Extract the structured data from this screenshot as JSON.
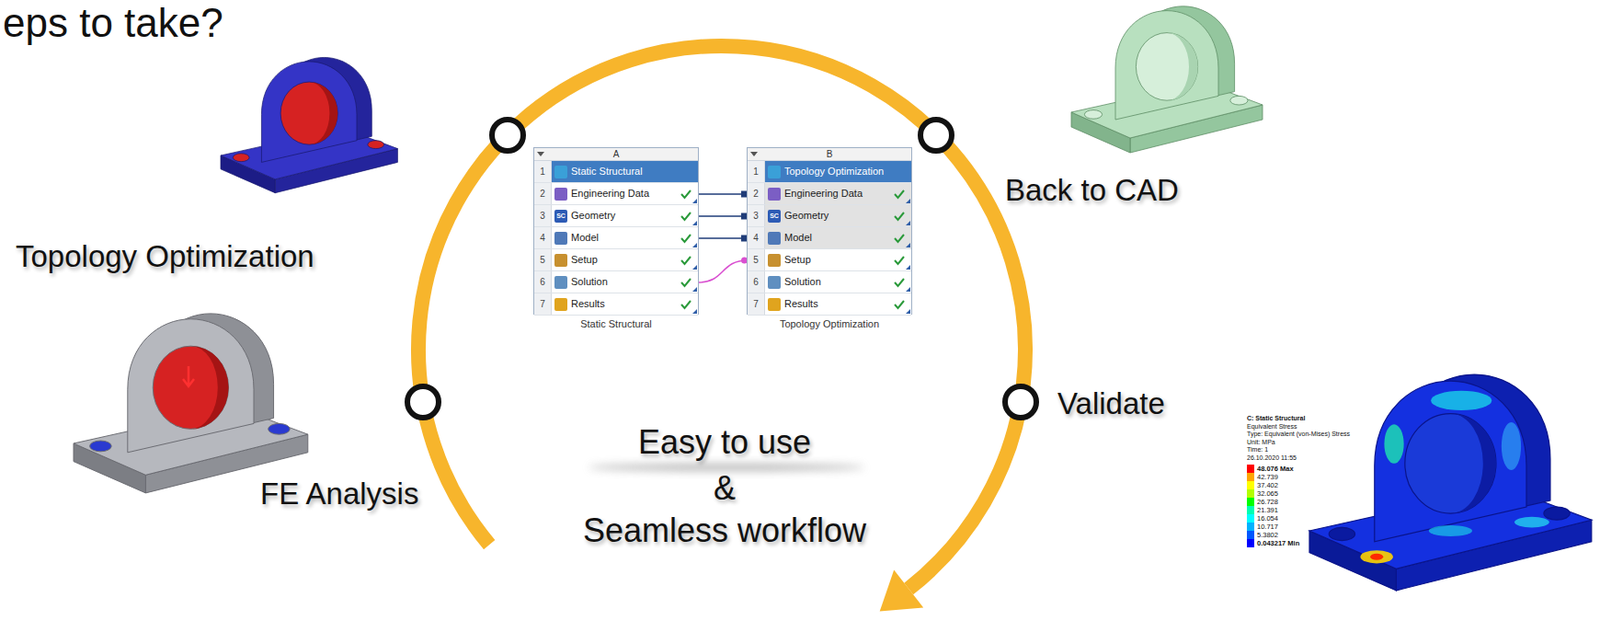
{
  "diagram": {
    "title": "eps to take?",
    "nodes": [
      {
        "text": [
          "A",
          "Static Structural"
        ]
      },
      {
        "text": [
          "1",
          "Static Structural"
        ],
        "in": 0
      },
      {
        "text": [
          "2",
          "Engineering Data"
        ],
        "in": 0
      },
      {
        "text": [
          "3",
          "Geometry"
        ],
        "in": 0
      },
      {
        "text": [
          "4",
          "Model"
        ],
        "in": 0
      },
      {
        "text": [
          "5",
          "Setup"
        ],
        "in": 0
      },
      {
        "text": [
          "6",
          "Solution"
        ],
        "in": 0
      },
      {
        "text": [
          "7",
          "Results"
        ],
        "in": 0
      },
      {
        "text": [
          "B",
          "Topology Optimization"
        ]
      },
      {
        "text": [
          "1",
          "Topology Optimization"
        ],
        "in": 8
      },
      {
        "text": [
          "2",
          "Engineering Data"
        ],
        "in": 8
      },
      {
        "text": [
          "3",
          "Geometry"
        ],
        "in": 8
      },
      {
        "text": [
          "4",
          "Model"
        ],
        "in": 8
      },
      {
        "text": [
          "5",
          "Setup"
        ],
        "in": 8
      },
      {
        "text": [
          "6",
          "Solution"
        ],
        "in": 8
      },
      {
        "text": [
          "7",
          "Results"
        ],
        "in": 8
      }
    ],
    "edges": [
      {
        "from": 2,
        "to": 10,
        "arrow": "none"
      },
      {
        "from": 3,
        "to": 11,
        "arrow": "none"
      },
      {
        "from": 4,
        "to": 12,
        "arrow": "none"
      },
      {
        "from": 6,
        "to": 13,
        "arrow": "none"
      }
    ],
    "labels": [
      "Topology Optimization",
      "Back to CAD",
      "FE Analysis",
      "Validate",
      "Easy to use",
      "&",
      "Seamless workflow",
      "SC",
      "SC",
      "C: Static Structural",
      "Equivalent Stress",
      "Type: Equivalent (von-Mises) Stress",
      "Unit: MPa",
      "Time: 1",
      "26.10.2020 11:55"
    ],
    "legend": [
      {
        "text": "48.076 Max",
        "color": "#ff0000"
      },
      {
        "text": "42.739",
        "color": "#ffa500"
      },
      {
        "text": "37.402",
        "color": "#ffff00"
      },
      {
        "text": "32.065",
        "color": "#b3ff00"
      },
      {
        "text": "26.728",
        "color": "#00ff00"
      },
      {
        "text": "21.391",
        "color": "#00ffb3"
      },
      {
        "text": "16.054",
        "color": "#00ffff"
      },
      {
        "text": "10.717",
        "color": "#00b3ff"
      },
      {
        "text": "5.3802",
        "color": "#0058ff"
      },
      {
        "text": "0.043217 Min",
        "color": "#0000ff"
      }
    ]
  }
}
